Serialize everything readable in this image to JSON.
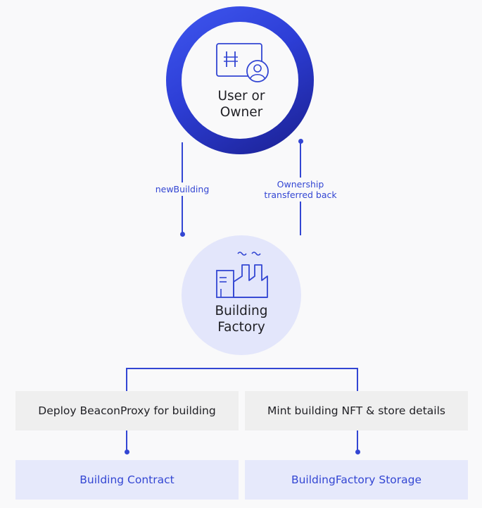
{
  "nodes": {
    "user": {
      "label": "User or\nOwner",
      "icon": "user-badge-icon"
    },
    "factory": {
      "label": "Building\nFactory",
      "icon": "factory-icon"
    },
    "deploy": {
      "label": "Deploy BeaconProxy for building"
    },
    "mint": {
      "label": "Mint building NFT & store details"
    },
    "contract": {
      "label": "Building Contract"
    },
    "storage": {
      "label": "BuildingFactory Storage"
    }
  },
  "edges": {
    "new_building": {
      "label": "newBuilding"
    },
    "ownership": {
      "label": "Ownership\ntransferred back"
    }
  },
  "colors": {
    "accent": "#3346d3",
    "ring_start": "#3f57f0",
    "ring_end": "#1a1f8f",
    "factory_fill": "#e3e6fb",
    "gray_box": "#efefef",
    "blue_box": "#e6e9fb",
    "background": "#f9f9fa"
  }
}
